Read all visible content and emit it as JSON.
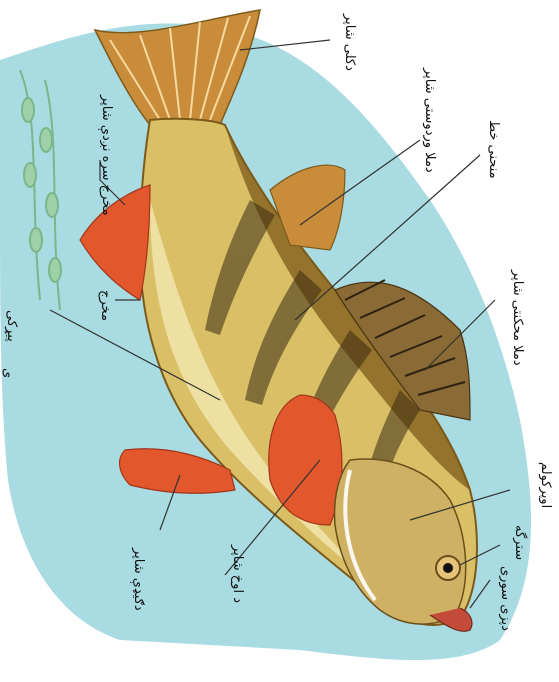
{
  "diagram": {
    "colors": {
      "water": "#a9dbe3",
      "body_light": "#d9c066",
      "body_dark": "#7c5a1a",
      "band": "#3a2a12",
      "fin_red": "#e2582c",
      "fin_tan": "#b07b33",
      "leader": "#333333"
    },
    "labels": {
      "caudal_fin": "دکلی شاپر",
      "second_dorsal_fin": "دملا وردوستی شاپر",
      "lateral_line": "منحنی خط",
      "first_dorsal_fin": "دملا محکنتی شاپر",
      "operculum": "اوپرکولم",
      "eye": "سترگه",
      "nostril": "دپزی سوری",
      "pectoral_fin": "د اوخ شاپر",
      "pelvic_fin": "دګیډې شاپر",
      "belly": "پیړکی",
      "anus": "مخرج",
      "anal_fin": "مخرج سره نږدې شاپر",
      "cut_label": "ی"
    }
  }
}
